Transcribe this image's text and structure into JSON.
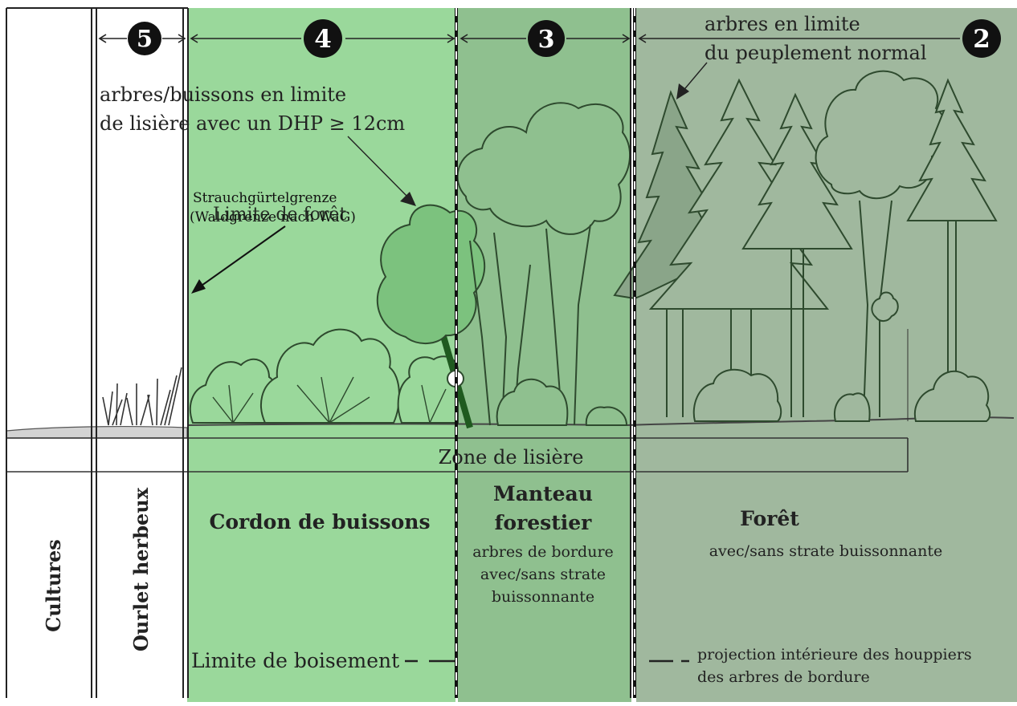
{
  "zones": {
    "numbers": [
      "5",
      "4",
      "3",
      "2"
    ],
    "colors": {
      "cordon": "#9ad89b",
      "manteau": "#8fc08f",
      "foret": "#a0b89e",
      "ink": "#333333",
      "tree_line": "#2e4a2e"
    }
  },
  "annotations": {
    "arbres_limite_1": "arbres en limite",
    "arbres_limite_2": "du peuplement normal",
    "buissons_limite_1": "arbres/buissons en limite",
    "buissons_limite_2": "de lisière avec un DHP ≥ 12cm",
    "strauch_1": "Strauchgürtelgrenze",
    "strauch_2": "(Waldgrenze nach WaG)",
    "limite_foret": "Limite de forêt",
    "zone_lisiere": "Zone de lisière"
  },
  "columns": {
    "cultures": "Cultures",
    "ourlet": "Ourlet herbeux",
    "cordon": "Cordon de buissons",
    "manteau_1": "Manteau",
    "manteau_2": "forestier",
    "manteau_sub_1": "arbres de bordure",
    "manteau_sub_2": "avec/sans strate",
    "manteau_sub_3": "buissonnante",
    "foret": "Forêt",
    "foret_sub": "avec/sans strate buissonnante"
  },
  "legend": {
    "limite_boisement": "Limite de boisement",
    "projection_1": "projection intérieure des houppiers",
    "projection_2": "des arbres de bordure"
  }
}
